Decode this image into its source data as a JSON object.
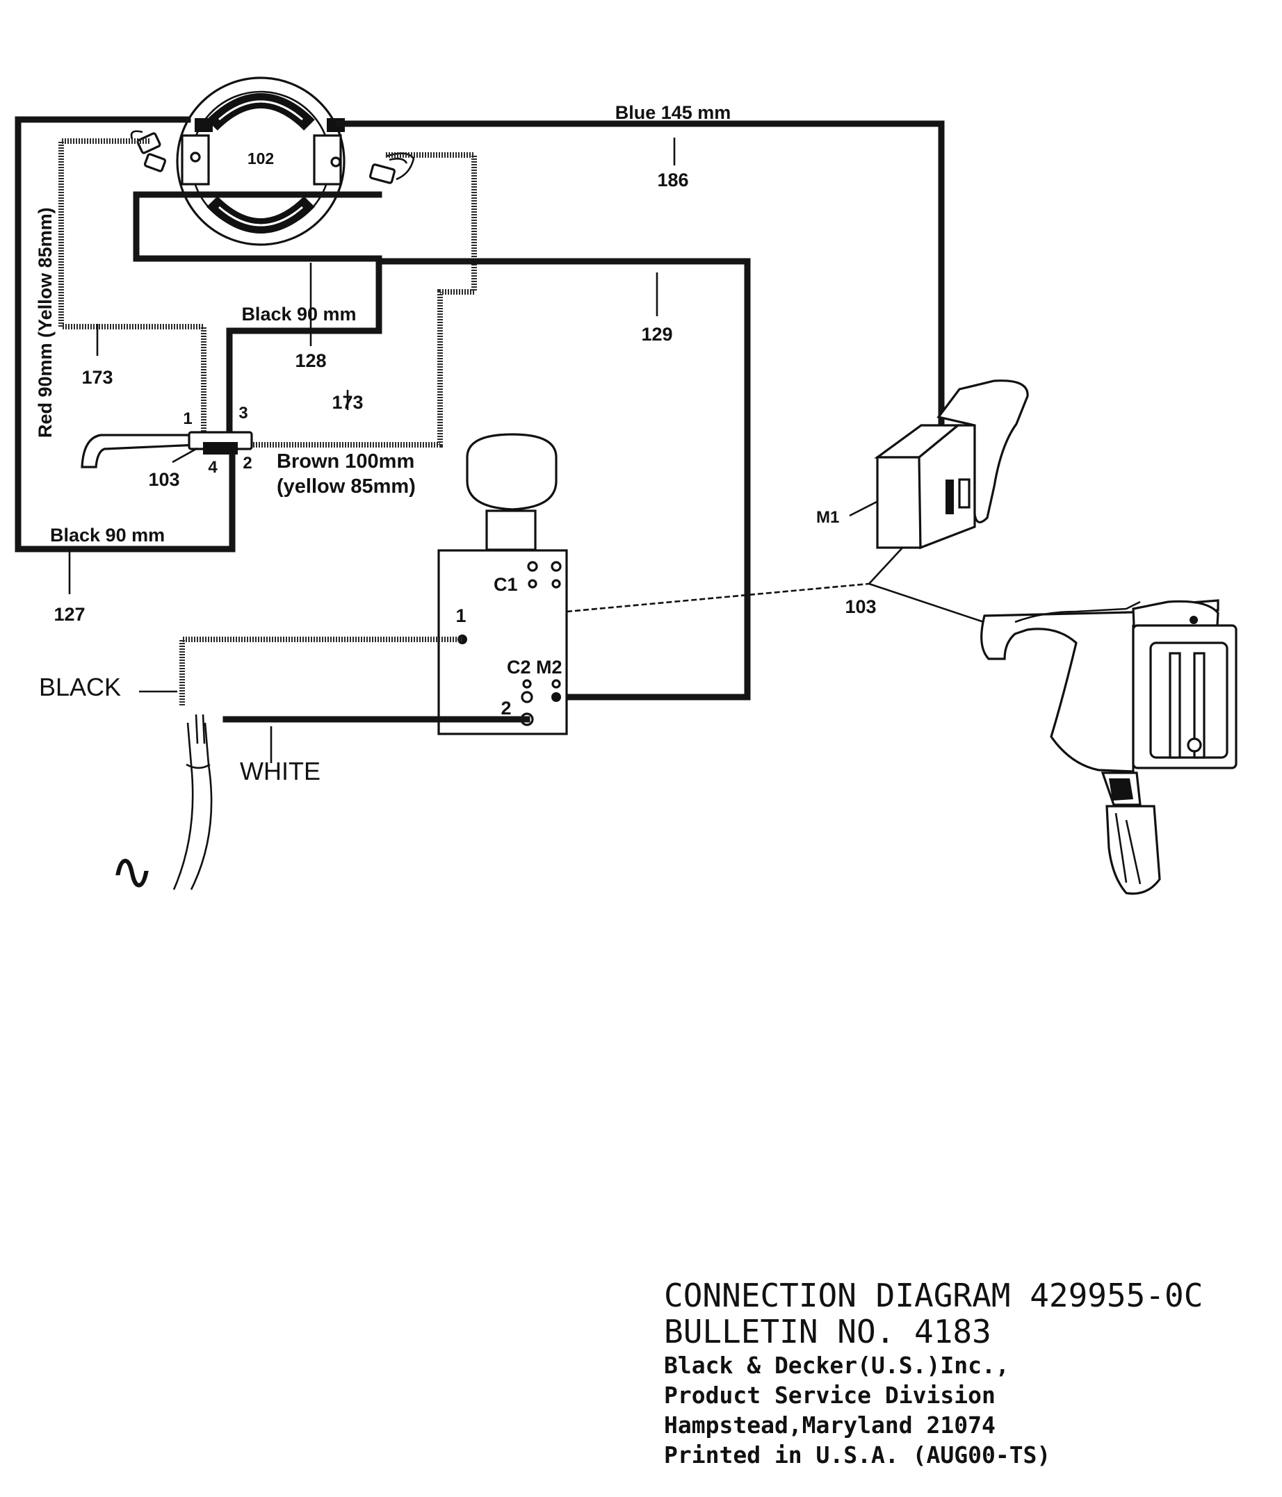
{
  "labels": {
    "blue_wire": "Blue 145 mm",
    "motor_field": "102",
    "wire_186": "186",
    "red_wire_vertical": "Red 90mm  (Yellow 85mm)",
    "black_wire_top": "Black 90 mm",
    "wire_128": "128",
    "wire_129": "129",
    "wire_173_left": "173",
    "wire_173_mid": "173",
    "term_1": "1",
    "term_2": "2",
    "term_3": "3",
    "term_4": "4",
    "brush_103": "103",
    "brown_wire_line1": "Brown 100mm",
    "brown_wire_line2": "(yellow 85mm)",
    "black_wire_bottom": "Black 90 mm",
    "wire_127": "127",
    "switch_c1": "C1",
    "switch_c2m2": "C2 M2",
    "switch_t1": "1",
    "switch_t2": "2",
    "m1": "M1",
    "part_103": "103",
    "cord_black": "BLACK",
    "cord_white": "WHITE",
    "ac_symbol": "∿"
  },
  "footer": {
    "line1": "CONNECTION DIAGRAM 429955-0C",
    "line2": "BULLETIN NO. 4183",
    "line3": "Black & Decker(U.S.)Inc.,",
    "line4": "Product Service Division",
    "line5": "Hampstead,Maryland 21074",
    "line6": "Printed in U.S.A.  (AUG00-TS)"
  }
}
